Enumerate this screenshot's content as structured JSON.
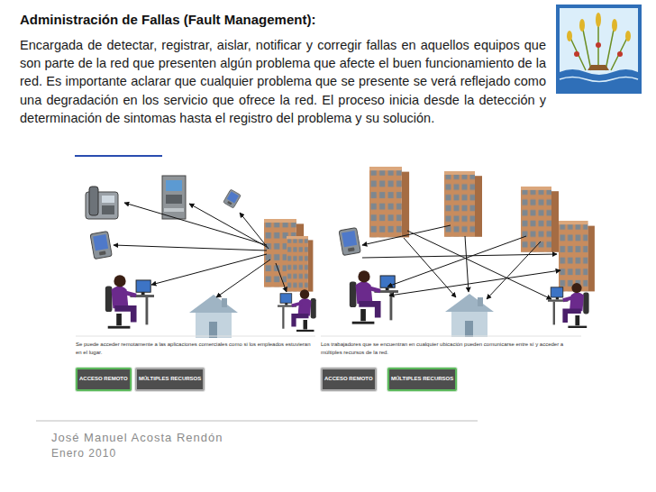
{
  "diagram": {
    "title": "Administración de Fallas (Fault Management):",
    "nodes": [
      {
        "text": [
          "ACCESO REMOTO"
        ]
      },
      {
        "text": [
          "MÚLTIPLES RECURSOS"
        ]
      },
      {
        "text": [
          "ACCESO REMOTO"
        ]
      },
      {
        "text": [
          "MÚLTIPLES RECURSOS"
        ]
      }
    ],
    "labels": [
      "Encargada de detectar, registrar, aislar, notificar y corregir fallas en aquellos equipos que son parte de la red que presenten algún problema que afecte el buen funcionamiento de la red. Es importante aclarar que cualquier problema que se presente se verá reflejado como una degradación en los servicio que ofrece la red. El proceso inicia desde la detección y determinación de sintomas hasta el registro del problema y su solución.",
      "Se puede acceder remotamente a las aplicaciones comerciales como si los empleados estuvieran en el lugar.",
      "Los trabajadores que se encuentran en cualquier ubicación pueden comunicarse entre sí y acceder a múltiples recursos de la red.",
      "José Manuel Acosta Rendón",
      "Enero 2010"
    ]
  }
}
